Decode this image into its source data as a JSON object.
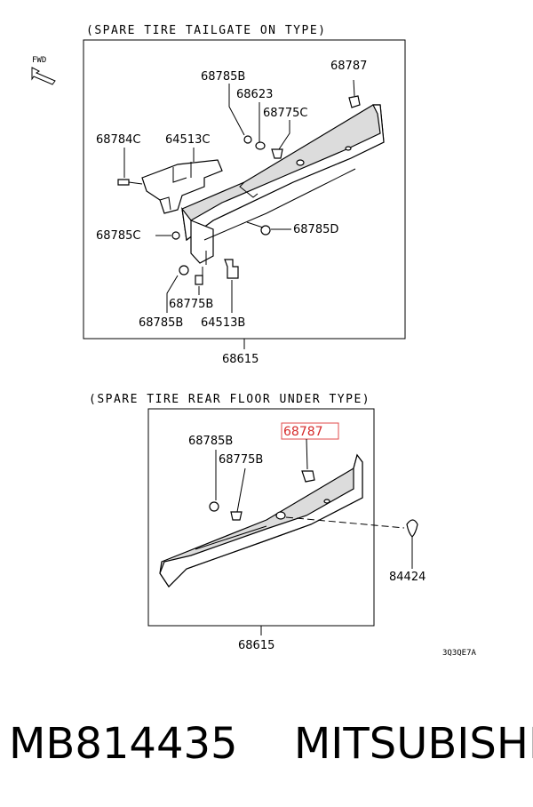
{
  "top_section": {
    "caption": "(SPARE TIRE TAILGATE ON TYPE)",
    "direction_label": "FWD",
    "labels": {
      "p68785B_a": "68785B",
      "p68623": "68623",
      "p68775C": "68775C",
      "p68787": "68787",
      "p68784C": "68784C",
      "p64513C": "64513C",
      "p68785D": "68785D",
      "p68785C": "68785C",
      "p68775B": "68775B",
      "p68785B_b": "68785B",
      "p64513B": "64513B",
      "p68615": "68615"
    }
  },
  "bottom_section": {
    "caption": "(SPARE TIRE REAR FLOOR UNDER TYPE)",
    "labels": {
      "p68785B": "68785B",
      "p68787": "68787",
      "p68775B": "68775B",
      "p84424": "84424",
      "p68615": "68615"
    },
    "highlight_color": "#e24b4b",
    "drawing_code": "3Q3QE7A"
  },
  "footer": {
    "part_number": "MB814435",
    "brand": "MITSUBISHI"
  }
}
